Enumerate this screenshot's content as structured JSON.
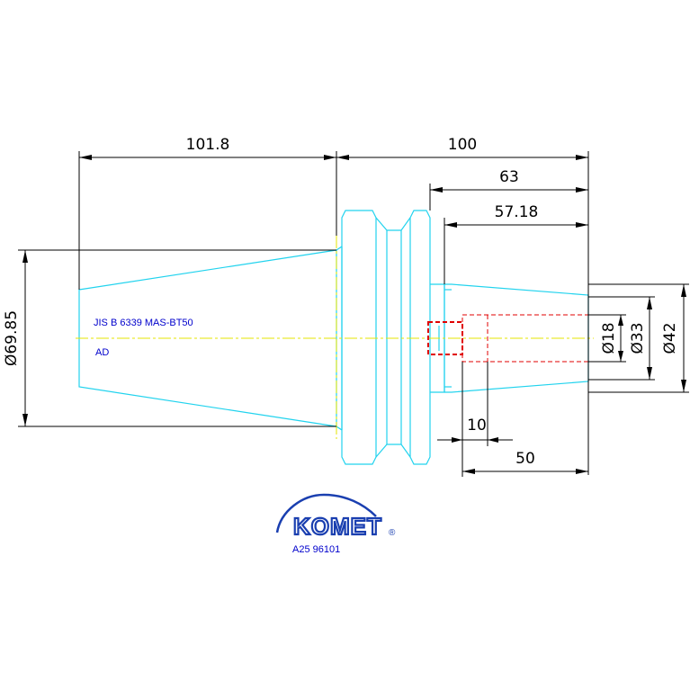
{
  "dimensions": {
    "taper_length": "101.8",
    "overall_length": "100",
    "bore_depth_63": "63",
    "bore_depth_57": "57.18",
    "diameter_flange": "Ø69.85",
    "diameter_18": "Ø18",
    "diameter_33": "Ø33",
    "diameter_42": "Ø42",
    "recess_10": "10",
    "recess_50": "50"
  },
  "spec_label": "JIS B 6339 MAS-BT50",
  "spec_sub_label": "AD",
  "logo": {
    "text": "KOMET",
    "registered_mark": "®",
    "color": "#1a3fb0"
  },
  "part_number": "A25 96101",
  "colors": {
    "outline": "#22d3ee",
    "centerline": "#e6e600",
    "hidden": "#e00000",
    "dimension": "#000000",
    "text_blue": "#0000cc"
  }
}
